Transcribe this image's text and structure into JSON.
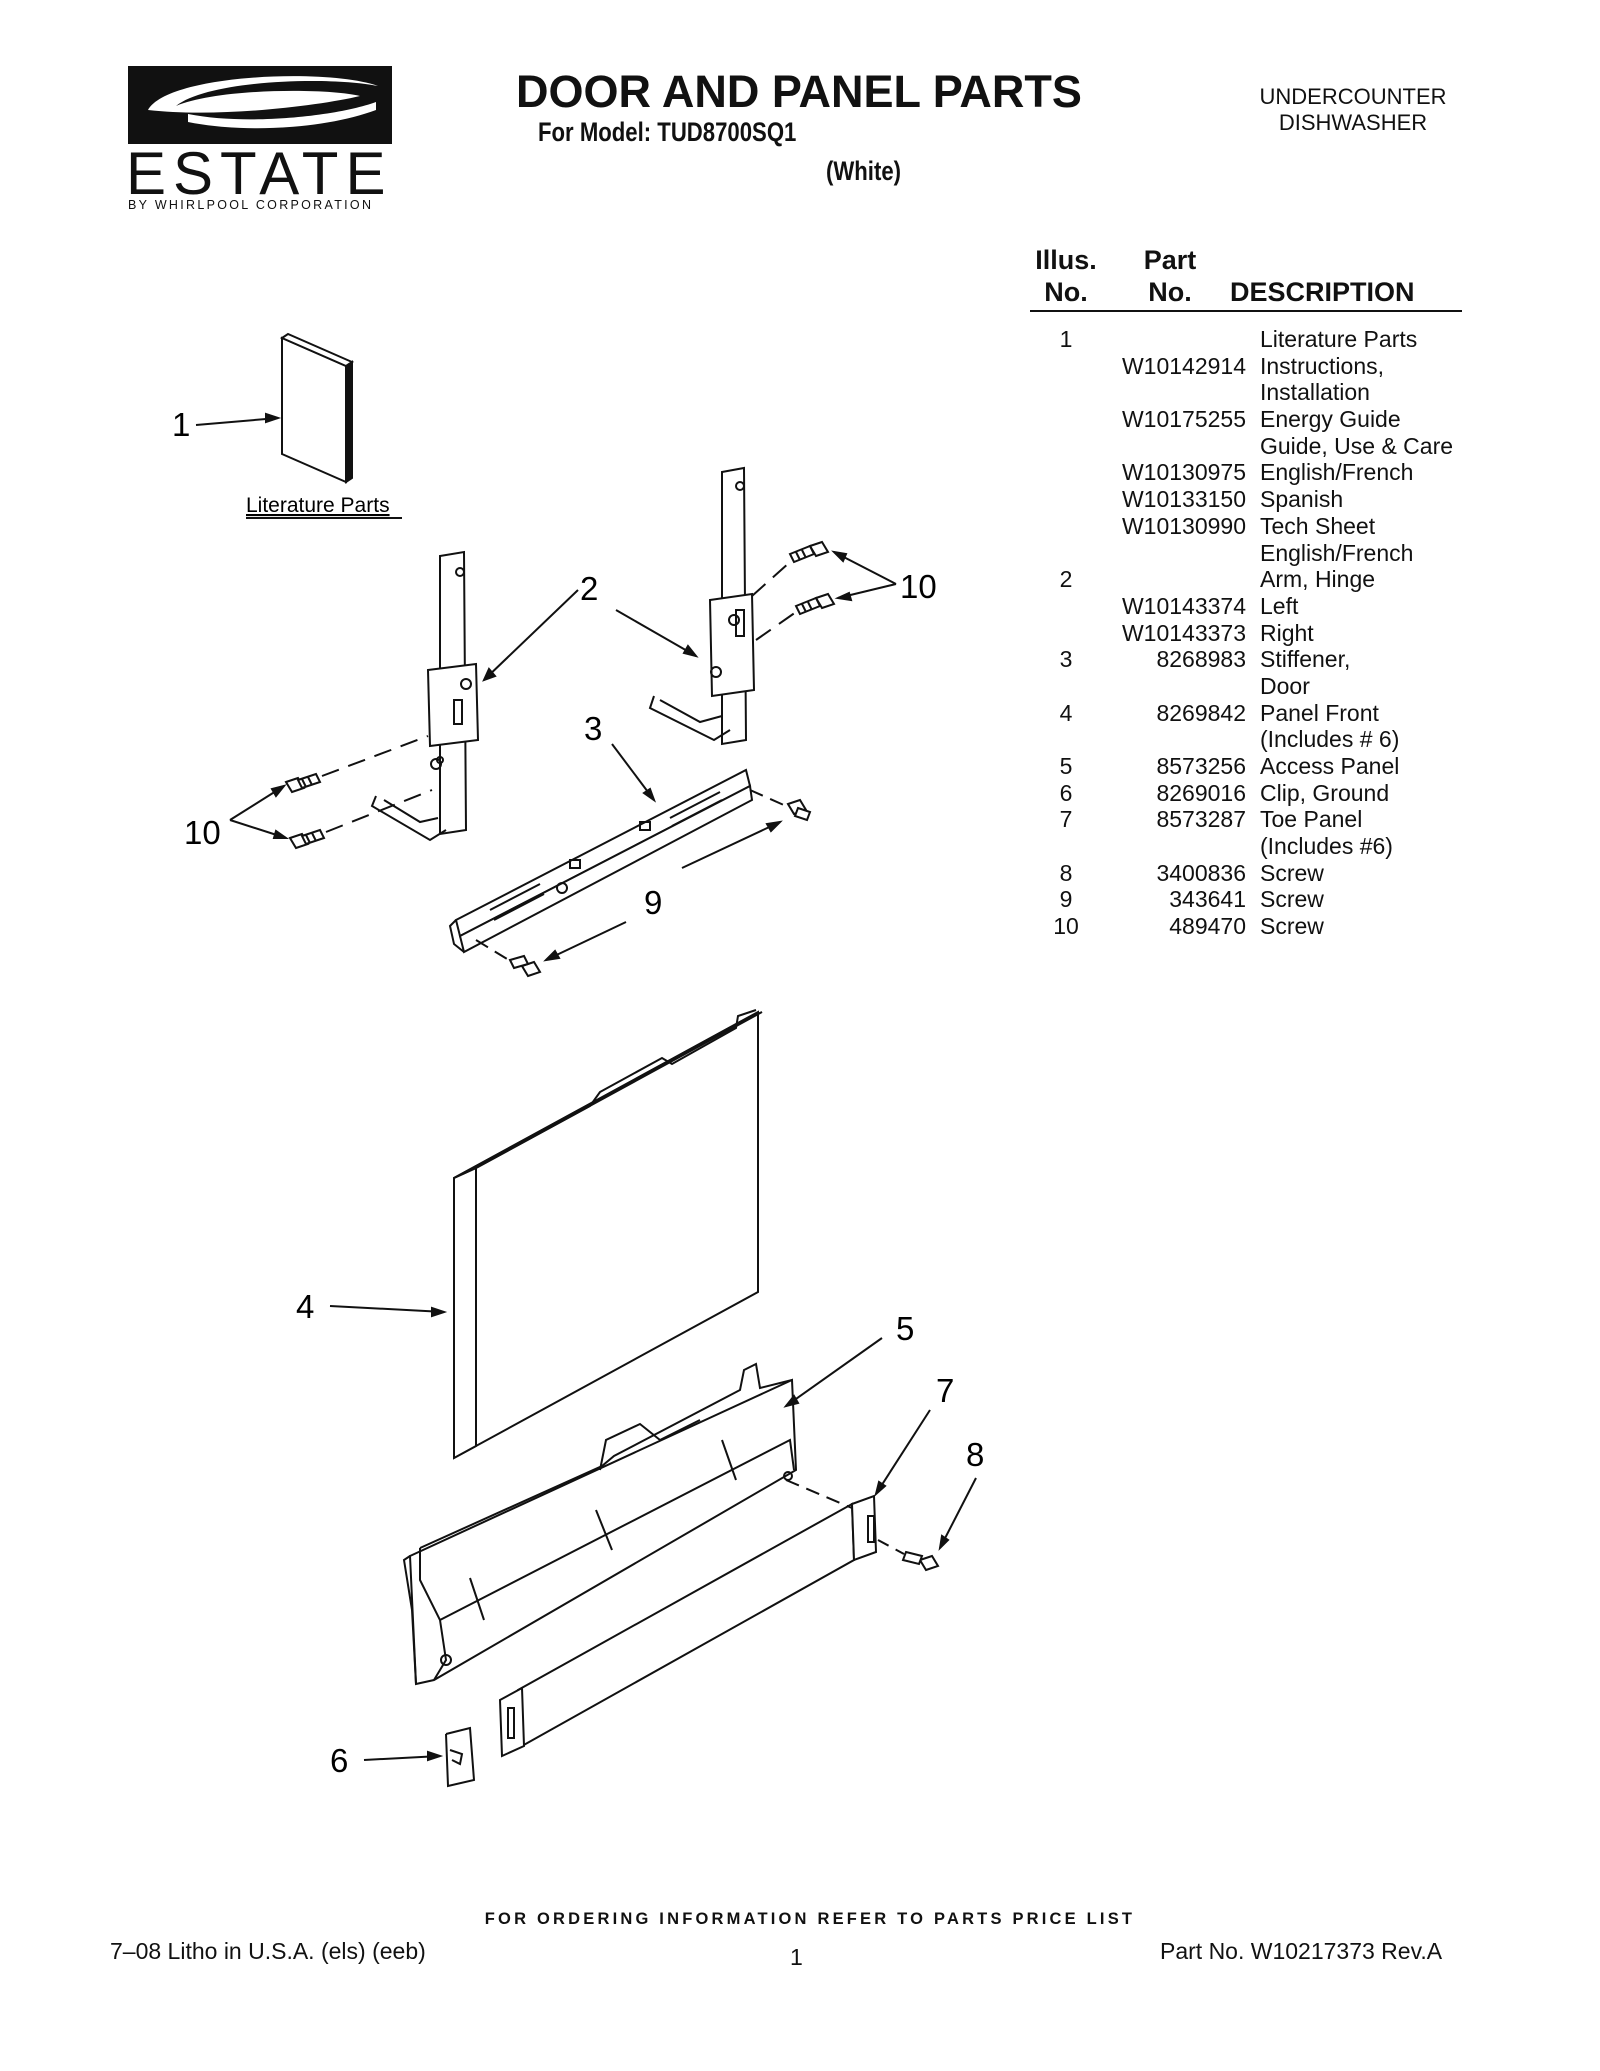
{
  "header": {
    "brand": "ESTATE",
    "brand_sub": "BY WHIRLPOOL CORPORATION",
    "title": "DOOR AND PANEL PARTS",
    "model_line": "For Model: TUD8700SQ1",
    "color": "(White)",
    "product_line1": "UNDERCOUNTER",
    "product_line2": "DISHWASHER"
  },
  "parts_table": {
    "col_illus_l1": "Illus.",
    "col_illus_l2": "No.",
    "col_part_l1": "Part",
    "col_part_l2": "No.",
    "col_desc": "DESCRIPTION",
    "rows": [
      {
        "illus": "1",
        "part": "",
        "desc": "Literature Parts"
      },
      {
        "illus": "",
        "part": "W10142914",
        "desc": "Instructions,"
      },
      {
        "illus": "",
        "part": "",
        "desc": "Installation"
      },
      {
        "illus": "",
        "part": "W10175255",
        "desc": "Energy Guide"
      },
      {
        "illus": "",
        "part": "",
        "desc": "Guide, Use & Care"
      },
      {
        "illus": "",
        "part": "W10130975",
        "desc": "English/French"
      },
      {
        "illus": "",
        "part": "W10133150",
        "desc": "Spanish"
      },
      {
        "illus": "",
        "part": "W10130990",
        "desc": "Tech Sheet"
      },
      {
        "illus": "",
        "part": "",
        "desc": "English/French"
      },
      {
        "illus": "2",
        "part": "",
        "desc": "Arm, Hinge"
      },
      {
        "illus": "",
        "part": "W10143374",
        "desc": "Left"
      },
      {
        "illus": "",
        "part": "W10143373",
        "desc": "Right"
      },
      {
        "illus": "3",
        "part": "8268983",
        "desc": "Stiffener,"
      },
      {
        "illus": "",
        "part": "",
        "desc": "Door"
      },
      {
        "illus": "4",
        "part": "8269842",
        "desc": "Panel Front"
      },
      {
        "illus": "",
        "part": "",
        "desc": "(Includes # 6)"
      },
      {
        "illus": "5",
        "part": "8573256",
        "desc": "Access Panel"
      },
      {
        "illus": "6",
        "part": "8269016",
        "desc": "Clip, Ground"
      },
      {
        "illus": "7",
        "part": "8573287",
        "desc": "Toe Panel"
      },
      {
        "illus": "",
        "part": "",
        "desc": "(Includes #6)"
      },
      {
        "illus": "8",
        "part": "3400836",
        "desc": "Screw"
      },
      {
        "illus": "9",
        "part": "343641",
        "desc": "Screw"
      },
      {
        "illus": "10",
        "part": "489470",
        "desc": "Screw"
      }
    ]
  },
  "diagram": {
    "literature_label": "Literature Parts",
    "callouts": {
      "c1": "1",
      "c2": "2",
      "c3": "3",
      "c4": "4",
      "c5": "5",
      "c6": "6",
      "c7": "7",
      "c8": "8",
      "c9": "9",
      "c10a": "10",
      "c10b": "10"
    }
  },
  "footer": {
    "order_note": "FOR ORDERING INFORMATION REFER TO PARTS PRICE LIST",
    "litho": "7–08 Litho in U.S.A. (els) (eeb)",
    "page": "1",
    "part_no": "Part No. W10217373 Rev.A"
  }
}
